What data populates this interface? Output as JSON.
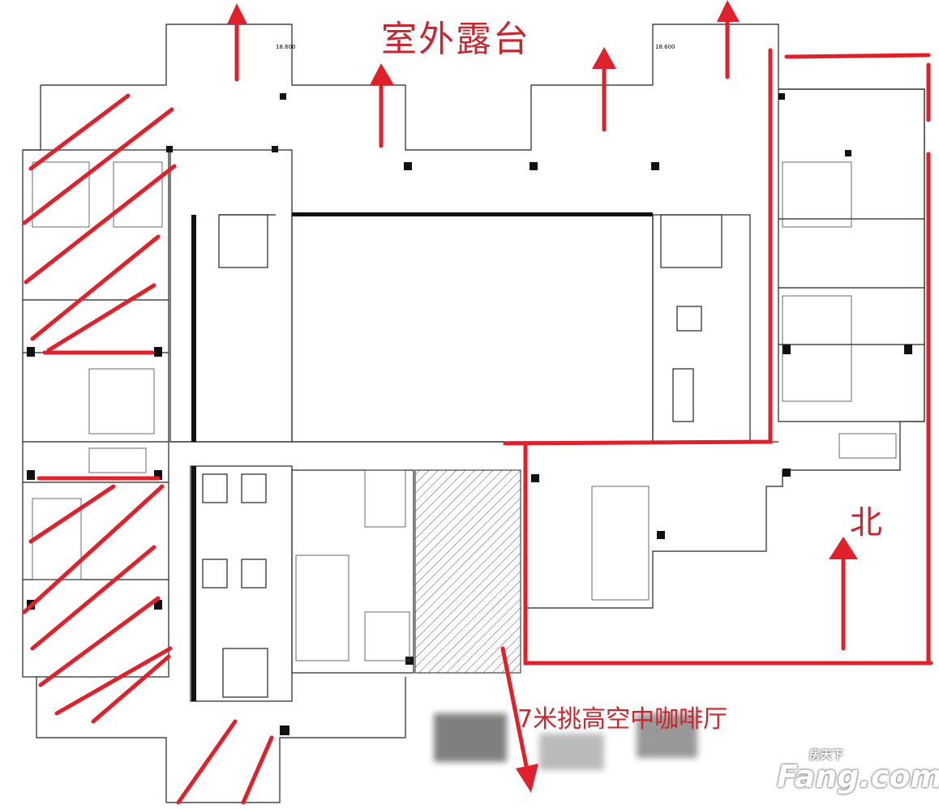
{
  "labels": {
    "terrace": "室外露台",
    "north": "北",
    "cafe": "7米挑高空中咖啡厅",
    "elevation_left": "18.600",
    "elevation_right": "18.600"
  },
  "watermark": {
    "cn": "房天下",
    "en": "Fang.com"
  },
  "colors": {
    "annotation": "#e0202a",
    "wall": "#111111",
    "line": "#333333"
  }
}
